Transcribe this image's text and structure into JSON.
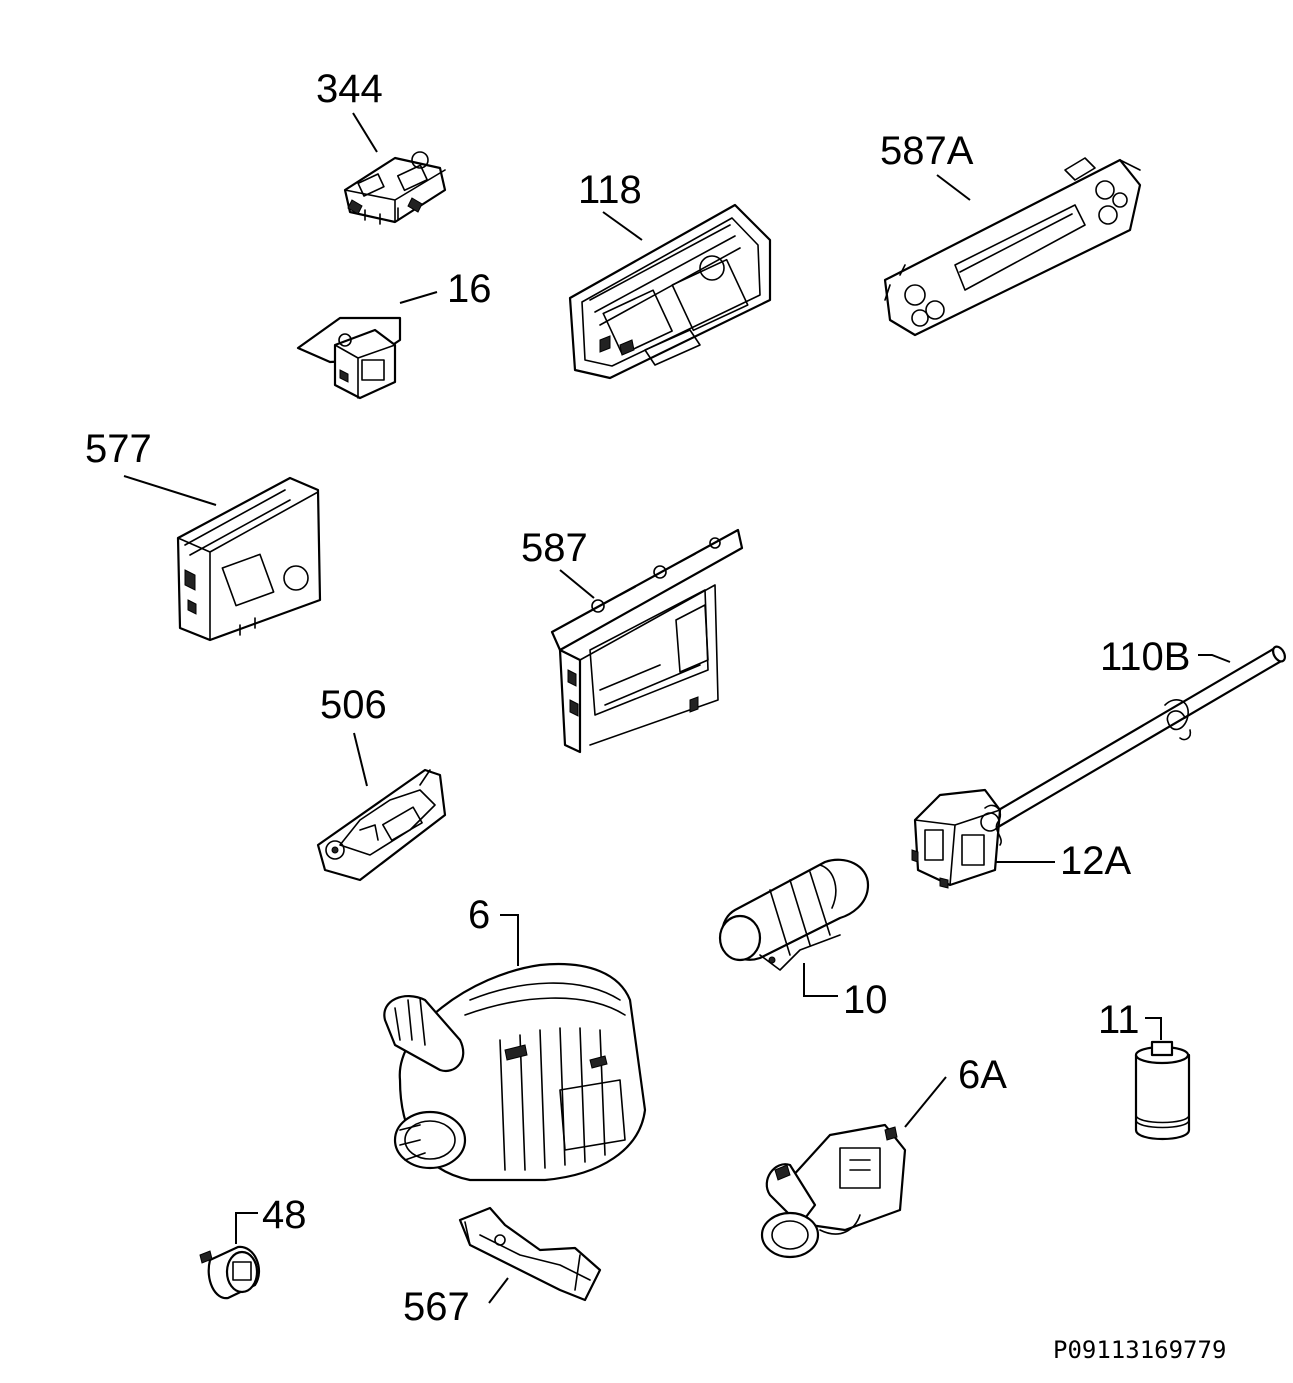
{
  "diagram": {
    "labels": [
      {
        "id": "344",
        "text": "344"
      },
      {
        "id": "118",
        "text": "118"
      },
      {
        "id": "587A",
        "text": "587A"
      },
      {
        "id": "16",
        "text": "16"
      },
      {
        "id": "577",
        "text": "577"
      },
      {
        "id": "587",
        "text": "587"
      },
      {
        "id": "110B",
        "text": "110B"
      },
      {
        "id": "506",
        "text": "506"
      },
      {
        "id": "12A",
        "text": "12A"
      },
      {
        "id": "6",
        "text": "6"
      },
      {
        "id": "10",
        "text": "10"
      },
      {
        "id": "11",
        "text": "11"
      },
      {
        "id": "6A",
        "text": "6A"
      },
      {
        "id": "48",
        "text": "48"
      },
      {
        "id": "567",
        "text": "567"
      }
    ],
    "reference_code": "P09113169779"
  }
}
